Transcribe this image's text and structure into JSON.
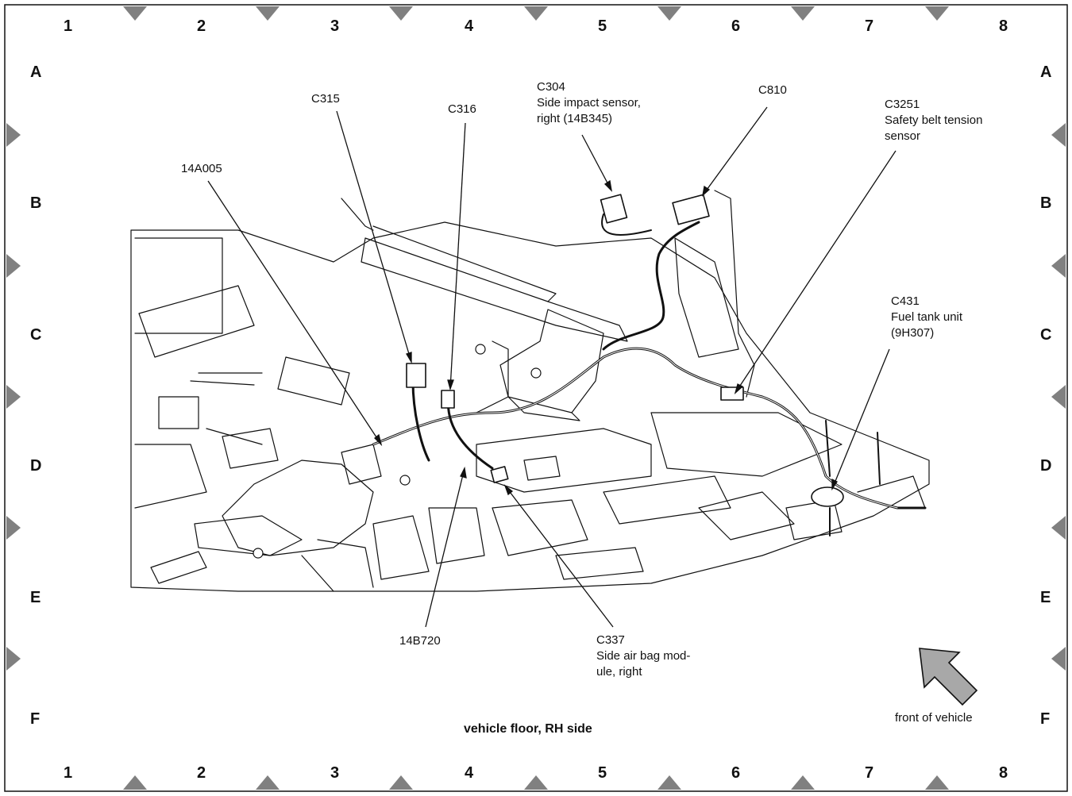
{
  "grid": {
    "columns": [
      "1",
      "2",
      "3",
      "4",
      "5",
      "6",
      "7",
      "8"
    ],
    "rows": [
      "A",
      "B",
      "C",
      "D",
      "E",
      "F"
    ]
  },
  "caption": "vehicle floor, RH side",
  "orientation_label": "front of vehicle",
  "callouts": {
    "c304": [
      "C304",
      "Side impact sensor,",
      "right (14B345)"
    ],
    "c810": [
      "C810"
    ],
    "c3251": [
      "C3251",
      "Safety belt tension",
      "sensor"
    ],
    "c315": [
      "C315"
    ],
    "c316": [
      "C316"
    ],
    "c14a005": [
      "14A005"
    ],
    "c431": [
      "C431",
      "Fuel tank unit",
      "(9H307)"
    ],
    "c14b720": [
      "14B720"
    ],
    "c337": [
      "C337",
      "Side air bag mod-",
      "ule, right"
    ]
  },
  "colors": {
    "ink": "#111111",
    "marker": "#808080",
    "arrow_fill": "#a8a8a8"
  }
}
